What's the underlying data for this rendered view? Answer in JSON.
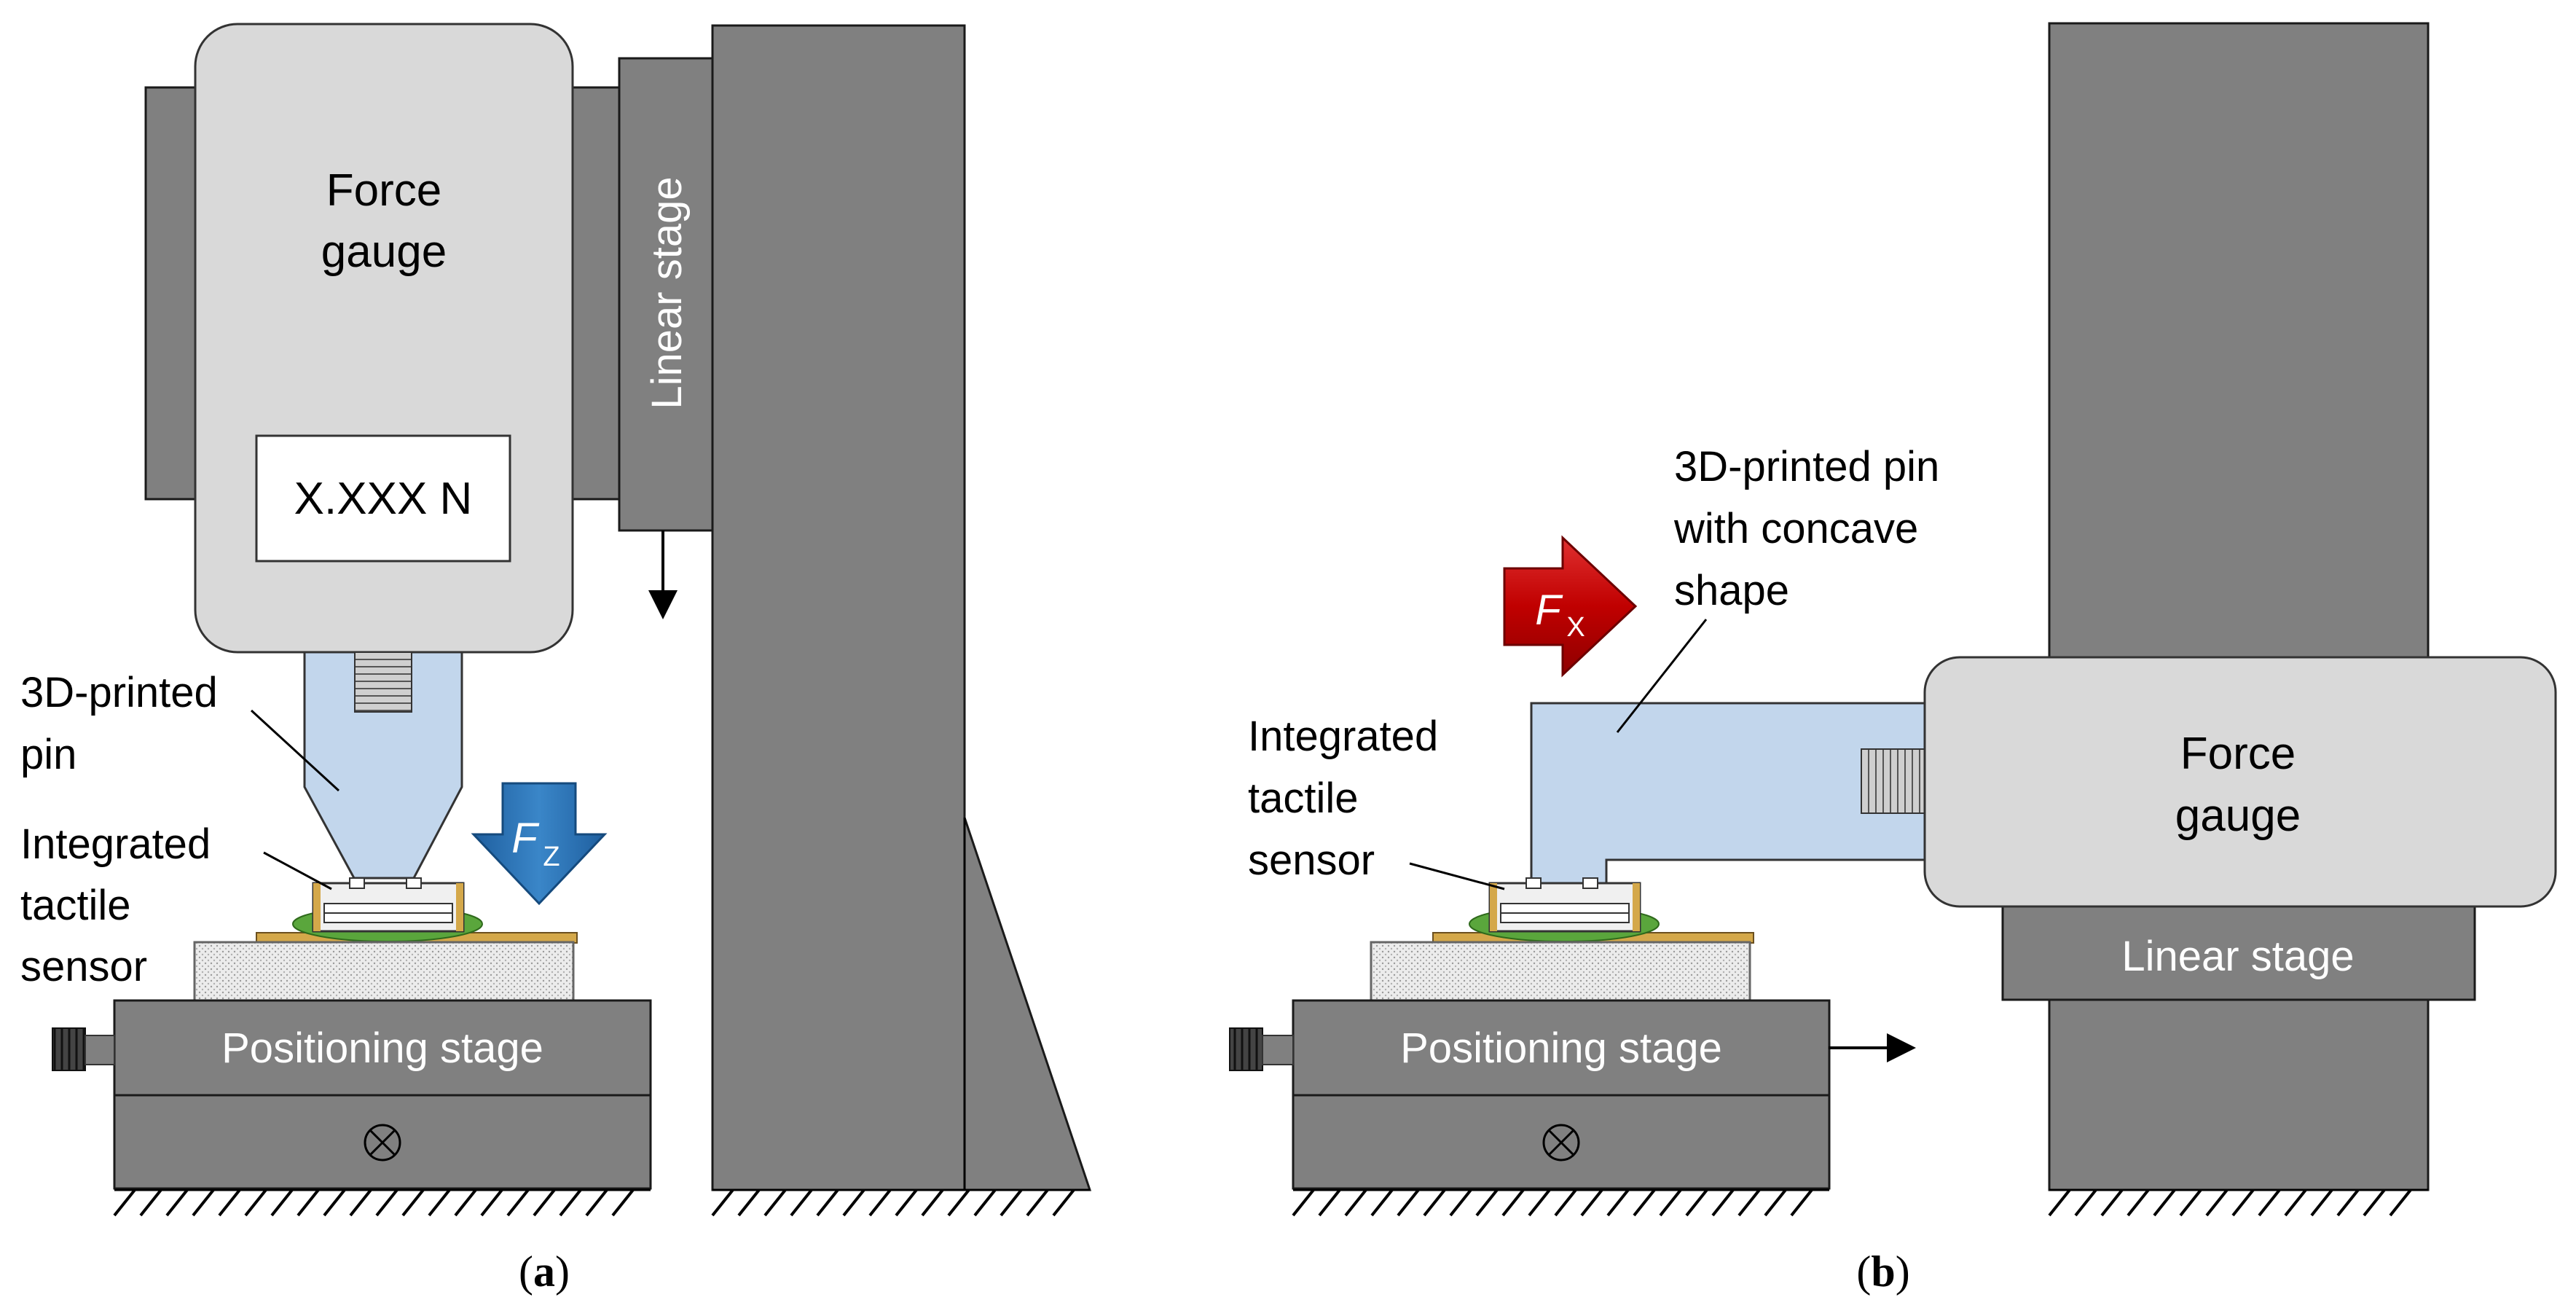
{
  "panel_a": {
    "force_gauge_line1": "Force",
    "force_gauge_line2": "gauge",
    "display_value": "X.XXX N",
    "linear_stage": "Linear stage",
    "pin_line1": "3D-printed",
    "pin_line2": "pin",
    "sensor_line1": "Integrated",
    "sensor_line2": "tactile",
    "sensor_line3": "sensor",
    "positioning_stage": "Positioning stage",
    "force_main": "F",
    "force_sub": "Z",
    "panel_label_open": "(",
    "panel_label_letter": "a",
    "panel_label_close": ")"
  },
  "panel_b": {
    "force_gauge_line1": "Force",
    "force_gauge_line2": "gauge",
    "linear_stage": "Linear stage",
    "pin_line1": "3D-printed pin",
    "pin_line2": "with concave",
    "pin_line3": "shape",
    "sensor_line1": "Integrated",
    "sensor_line2": "tactile",
    "sensor_line3": "sensor",
    "positioning_stage": "Positioning stage",
    "force_main": "F",
    "force_sub": "X",
    "panel_label_open": "(",
    "panel_label_letter": "b",
    "panel_label_close": ")"
  },
  "colors": {
    "dark_gray": "#808080",
    "light_gray": "#d9d9d9",
    "pin_blue": "#c2d6ec",
    "force_z_arrow": "#2e75b6",
    "force_x_arrow": "#c00000"
  }
}
